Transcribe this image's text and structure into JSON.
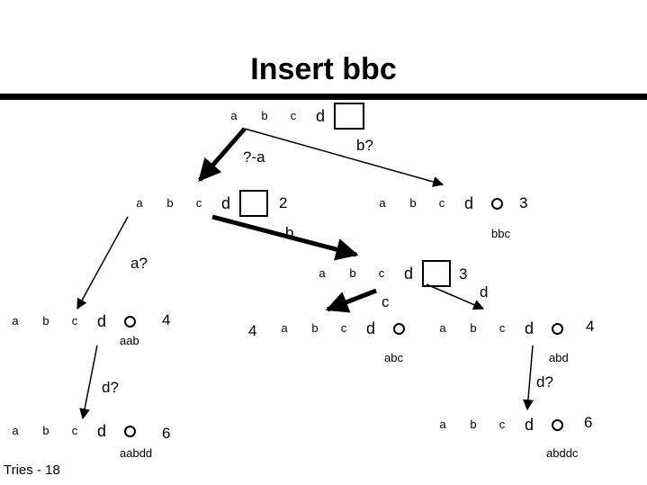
{
  "title": "Insert bbc",
  "footer": "Tries - 18",
  "nodes": {
    "root": {
      "cells": [
        "a",
        "b",
        "c",
        "d"
      ]
    },
    "n_left": {
      "cells": [
        "a",
        "b",
        "c",
        "d"
      ],
      "count": "2"
    },
    "n_right": {
      "cells": [
        "a",
        "b",
        "c",
        "d"
      ],
      "count": "3"
    },
    "n_mid": {
      "cells": [
        "a",
        "b",
        "c",
        "d"
      ],
      "count": "3"
    },
    "leaf_aab": {
      "cells": [
        "a",
        "b",
        "c",
        "d"
      ],
      "count": "4",
      "word": "aab"
    },
    "leaf_abc": {
      "cells": [
        "a",
        "b",
        "c",
        "d"
      ],
      "count": "4",
      "word": "abc"
    },
    "leaf_abd": {
      "cells": [
        "a",
        "b",
        "c",
        "d"
      ],
      "count": "4",
      "word": "abd"
    },
    "leaf_aabdd": {
      "cells": [
        "a",
        "b",
        "c",
        "d"
      ],
      "count": "6",
      "word": "aabdd"
    },
    "leaf_abddc": {
      "cells": [
        "a",
        "b",
        "c",
        "d"
      ],
      "count": "6",
      "word": "abddc"
    }
  },
  "edge_labels": {
    "root_left": "?-a",
    "root_right": "b?",
    "left_b": "b",
    "right_bbc": "bbc",
    "left_a": "a?",
    "mid_c": "c",
    "mid_d": "d",
    "aab_d": "d?",
    "abd_d": "d?"
  }
}
